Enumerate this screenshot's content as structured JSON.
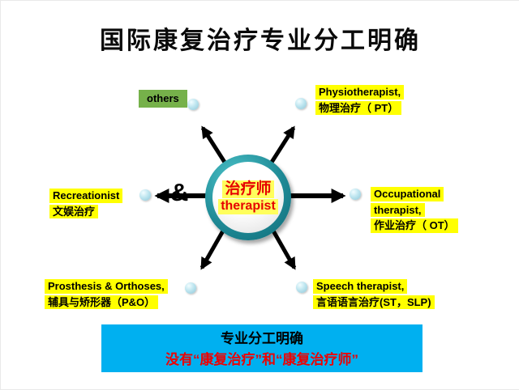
{
  "slide": {
    "title": "国际康复治疗专业分工明确"
  },
  "center": {
    "zh": "治疗师",
    "en": "therapist"
  },
  "decor": {
    "ampersand": "&"
  },
  "nodes": {
    "others": {
      "label": "others"
    },
    "physiotherapist": {
      "line1": "Physiotherapist,",
      "line2": "物理治疗（ PT）"
    },
    "recreationist": {
      "line1": "Recreationist",
      "line2": "文娱治疗"
    },
    "occupational": {
      "line1": "Occupational",
      "line2": "therapist,",
      "line3": "作业治疗（ OT）"
    },
    "prosthesis": {
      "line1": "Prosthesis & Orthoses,",
      "line2": "辅具与矫形器（P&O）"
    },
    "speech": {
      "line1": "Speech therapist,",
      "line2": "言语语言治疗(ST，SLP)"
    }
  },
  "footer": {
    "line1": "专业分工明确",
    "line2": "没有“康复治疗”和“康复治疗师”"
  },
  "colors": {
    "highlight_yellow": "#ffff00",
    "others_green": "#76b14a",
    "footer_cyan": "#00b0f0",
    "accent_red": "#ee0000",
    "hub_teal": "#1f8a96"
  }
}
